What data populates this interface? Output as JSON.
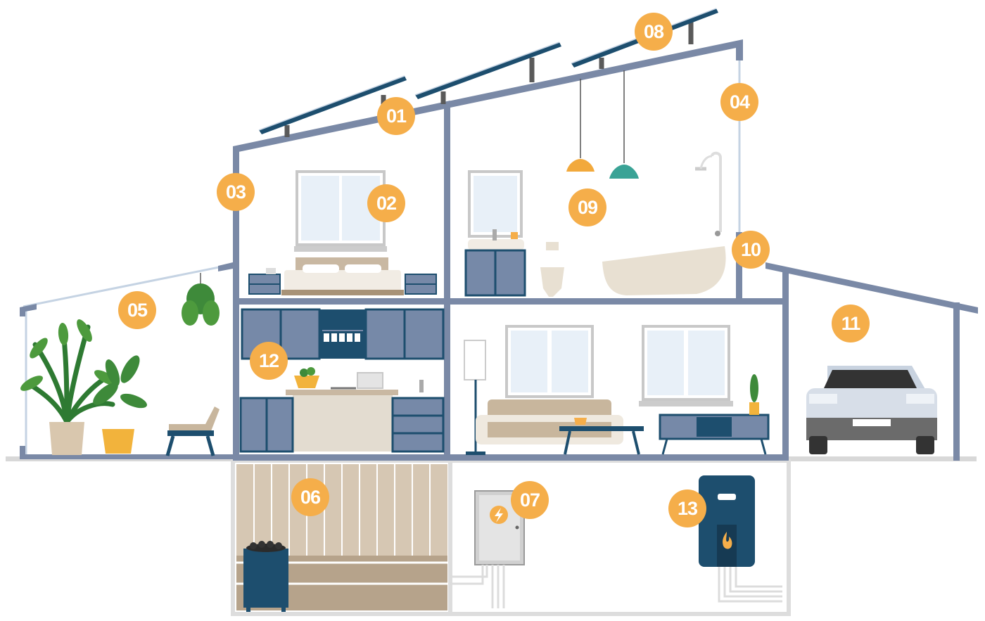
{
  "colors": {
    "wall": "#7a89a6",
    "badge": "#f5ae4a",
    "navy": "#1d4e6e",
    "cabinet": "#7689a8",
    "wood": "#c9b8a2",
    "sofa": "#c8b69d",
    "plant": "#3e8a3a"
  },
  "markers": [
    {
      "id": "m01",
      "label": "01"
    },
    {
      "id": "m02",
      "label": "02"
    },
    {
      "id": "m03",
      "label": "03"
    },
    {
      "id": "m04",
      "label": "04"
    },
    {
      "id": "m05",
      "label": "05"
    },
    {
      "id": "m06",
      "label": "06"
    },
    {
      "id": "m07",
      "label": "07"
    },
    {
      "id": "m08",
      "label": "08"
    },
    {
      "id": "m09",
      "label": "09"
    },
    {
      "id": "m10",
      "label": "10"
    },
    {
      "id": "m11",
      "label": "11"
    },
    {
      "id": "m12",
      "label": "12"
    },
    {
      "id": "m13",
      "label": "13"
    }
  ],
  "icons": [
    "lightning-icon",
    "flame-icon"
  ]
}
